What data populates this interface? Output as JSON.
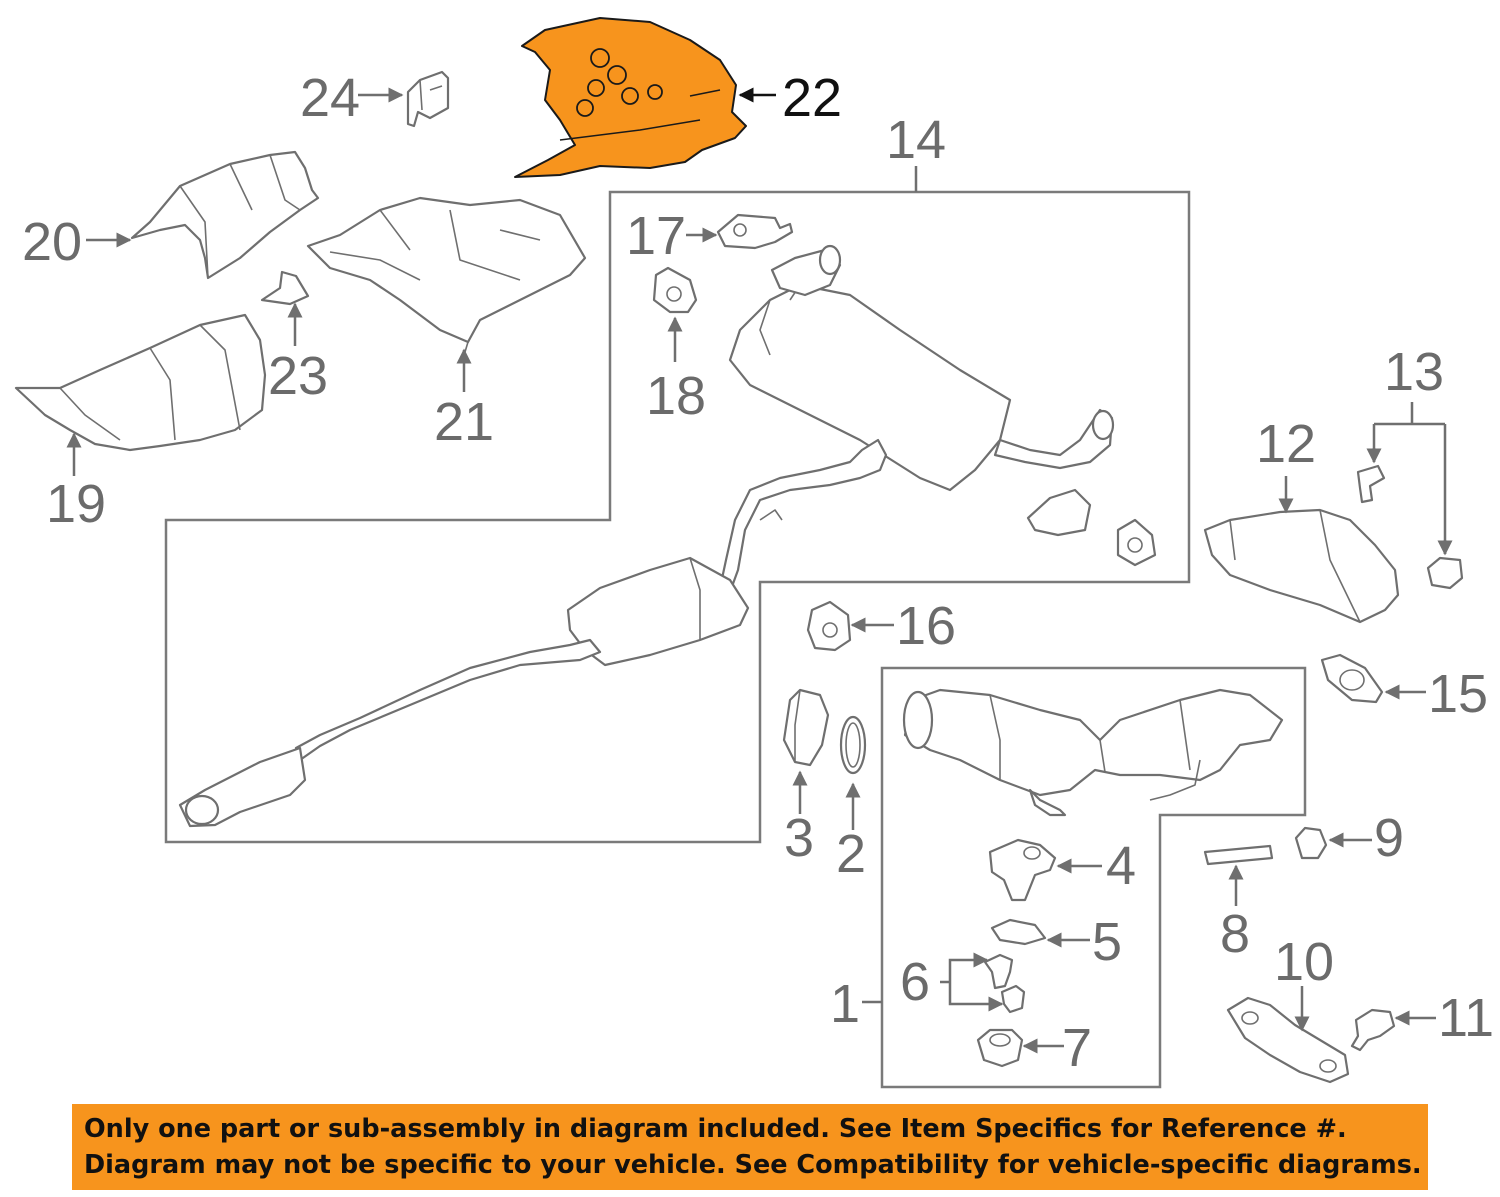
{
  "diagram": {
    "highlight_color": "#f7941d",
    "highlighted_part": "22",
    "callouts": {
      "c1": "1",
      "c2": "2",
      "c3": "3",
      "c4": "4",
      "c5": "5",
      "c6": "6",
      "c7": "7",
      "c8": "8",
      "c9": "9",
      "c10": "10",
      "c11": "11",
      "c12": "12",
      "c13": "13",
      "c14": "14",
      "c15": "15",
      "c16": "16",
      "c17": "17",
      "c18": "18",
      "c19": "19",
      "c20": "20",
      "c21": "21",
      "c22": "22",
      "c23": "23",
      "c24": "24"
    }
  },
  "banner": {
    "line1": "Only one part or sub-assembly in diagram included. See Item Specifics for Reference #.",
    "line2": "Diagram may not be specific to your vehicle. See Compatibility for vehicle-specific diagrams."
  }
}
